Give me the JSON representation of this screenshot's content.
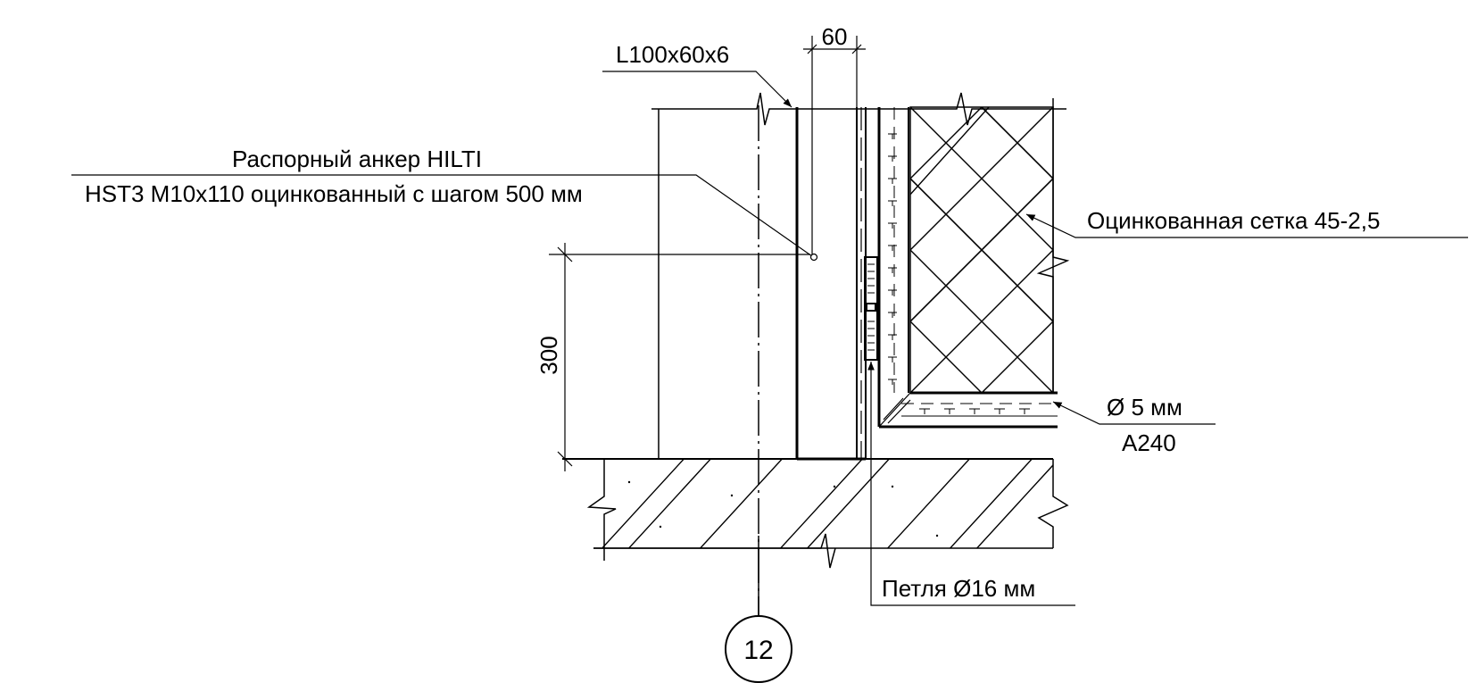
{
  "labels": {
    "angle_profile": "L100x60x6",
    "dimension_60": "60",
    "anchor_line1": "Распорный анкер HILTI",
    "anchor_line2": "HST3 M10x110 оцинкованный с шагом 500 мм",
    "mesh": "Оцинкованная сетка 45-2,5",
    "dimension_300": "300",
    "rebar_diameter": "Ø 5 мм",
    "rebar_class": "A240",
    "loop": "Петля Ø16 мм",
    "axis_bubble": "12"
  }
}
